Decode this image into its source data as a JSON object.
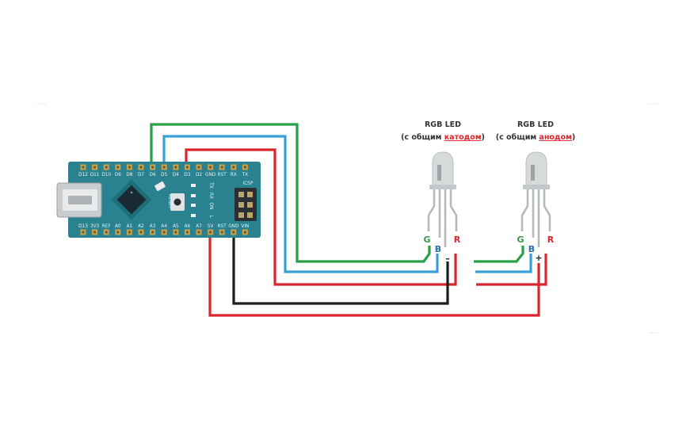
{
  "board": {
    "top_pins": [
      "D12",
      "D11",
      "D10",
      "D9",
      "D8",
      "D7",
      "D6",
      "D5",
      "D4",
      "D3",
      "D2",
      "GND",
      "RST",
      "RX",
      "TX"
    ],
    "bottom_pins": [
      "D13",
      "3V3",
      "REF",
      "A0",
      "A1",
      "A2",
      "A3",
      "A4",
      "A5",
      "A6",
      "A7",
      "5V",
      "RST",
      "GND",
      "VIN"
    ],
    "icsp_label": "ICSP",
    "reset_label": "RESET",
    "led_labels": [
      "TX",
      "RX",
      "ON",
      "L"
    ]
  },
  "led_cathode": {
    "title_line1": "RGB LED",
    "title_prefix": "(с общим ",
    "title_highlight": "катодом",
    "title_suffix": ")",
    "leg_g": "G",
    "leg_b": "B",
    "leg_common": "–",
    "leg_r": "R"
  },
  "led_anode": {
    "title_line1": "RGB LED",
    "title_prefix": "(с общим ",
    "title_highlight": "анодом",
    "title_suffix": ")",
    "leg_g": "G",
    "leg_b": "B",
    "leg_common": "+",
    "leg_r": "R"
  },
  "colors": {
    "board": "#2a8290",
    "green_wire": "#27a048",
    "blue_wire": "#3aa0d8",
    "red_wire": "#d8262c",
    "black_wire": "#1c1c1c",
    "label_green": "#2e9a48",
    "label_blue": "#2f6fb0",
    "label_red": "#d8262c"
  }
}
